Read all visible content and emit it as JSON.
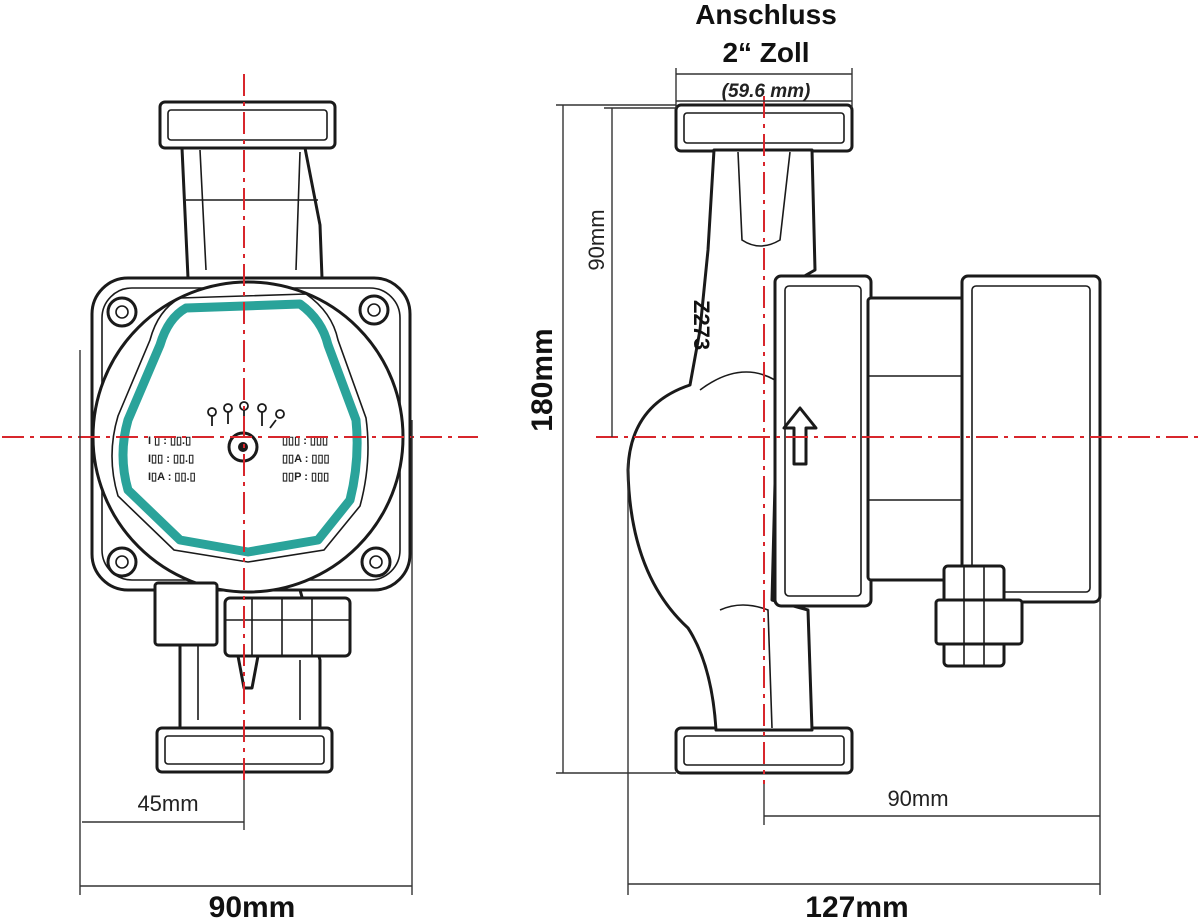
{
  "labels": {
    "connection_title": "Anschluss",
    "connection_size": "2“ Zoll",
    "connection_mm": "(59.6 mm)",
    "height_total": "180mm",
    "height_half": "90mm",
    "front_width": "90mm",
    "front_half_width": "45mm",
    "side_depth_total": "127mm",
    "side_depth_motor": "90mm",
    "pump_model": "Z273"
  },
  "panel_settings": {
    "left_column": [
      "I ▯ : ▯▯.▯",
      "I▯▯ : ▯▯.▯",
      "I▯A : ▯▯.▯"
    ],
    "right_column": [
      "▯▯▯ : ▯▯▯",
      "▯▯A : ▯▯▯",
      "▯▯P : ▯▯▯"
    ]
  },
  "colors": {
    "centerline": "#d8262c",
    "panel_accent": "#2aa39a",
    "outline": "#1a1a1a"
  },
  "icons": {
    "flow_arrow": "arrow-up-icon",
    "selector_knob": "knob-icon"
  }
}
